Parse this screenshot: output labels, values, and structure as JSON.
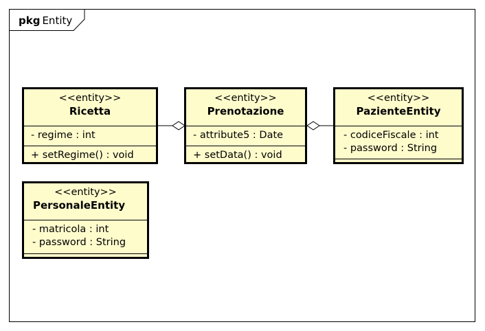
{
  "package": {
    "keyword": "pkg",
    "name": "Entity"
  },
  "classes": [
    {
      "stereotype": "<<entity>>",
      "name": "Ricetta",
      "attributes": [
        "- regime : int"
      ],
      "operations": [
        "+ setRegime() : void"
      ]
    },
    {
      "stereotype": "<<entity>>",
      "name": "Prenotazione",
      "attributes": [
        "- attribute5 : Date"
      ],
      "operations": [
        "+ setData() : void"
      ]
    },
    {
      "stereotype": "<<entity>>",
      "name": "PazienteEntity",
      "attributes": [
        "- codiceFiscale : int",
        "- password : String"
      ],
      "operations": []
    },
    {
      "stereotype": "<<entity>>",
      "name": "PersonaleEntity",
      "attributes": [
        "- matricola : int",
        "- password : String"
      ],
      "operations": []
    }
  ],
  "colors": {
    "class_fill": "#fffccc",
    "line": "#000000"
  }
}
